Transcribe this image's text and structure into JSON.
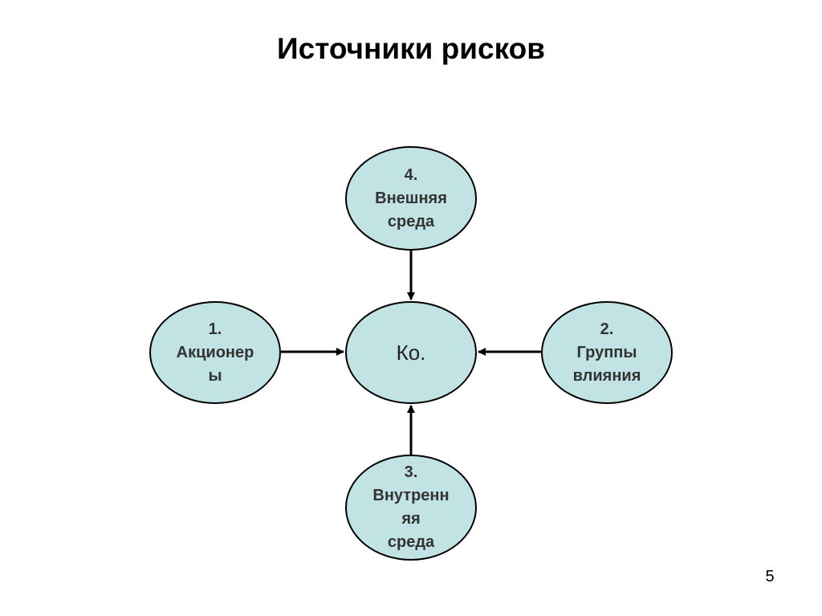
{
  "slide": {
    "title": "Источники рисков",
    "page_number": "5"
  },
  "diagram": {
    "node_fill": "#c2e3e3",
    "node_border": "#000000",
    "arrow_color": "#000000",
    "center": {
      "lines": [
        "Ко."
      ]
    },
    "top": {
      "lines": [
        "4.",
        "Внешняя",
        "среда"
      ]
    },
    "left": {
      "lines": [
        "1.",
        "Акционер",
        "ы"
      ]
    },
    "right": {
      "lines": [
        "2.",
        "Группы",
        "влияния"
      ]
    },
    "bottom": {
      "lines": [
        "3.",
        "Внутренн",
        "яя",
        "среда"
      ]
    },
    "arrows": [
      {
        "from": "top",
        "to": "center"
      },
      {
        "from": "left",
        "to": "center"
      },
      {
        "from": "right",
        "to": "center"
      },
      {
        "from": "bottom",
        "to": "center"
      }
    ]
  }
}
